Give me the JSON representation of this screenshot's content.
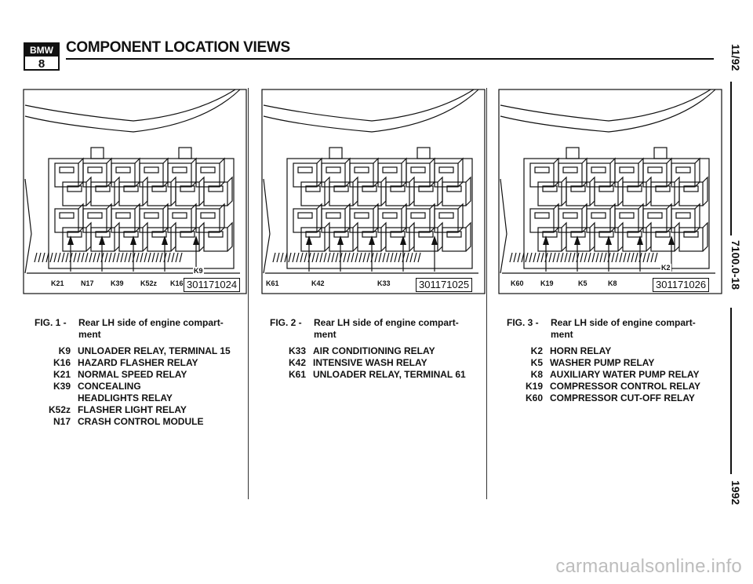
{
  "header": {
    "logo_text": "BMW",
    "logo_number": "8",
    "title": "COMPONENT LOCATION VIEWS"
  },
  "side": {
    "date": "11/92",
    "code": "7100.0-18",
    "year": "1992"
  },
  "figures": [
    {
      "label": "FIG. 1 -",
      "caption": "Rear LH side of engine compart-ment",
      "part_number": "301171024",
      "callouts": [
        "K21",
        "N17",
        "K39",
        "K52z",
        "K16",
        "K9"
      ],
      "items": [
        {
          "code": "K9",
          "desc": "UNLOADER RELAY, TERMINAL 15"
        },
        {
          "code": "K16",
          "desc": "HAZARD FLASHER RELAY"
        },
        {
          "code": "K21",
          "desc": "NORMAL SPEED RELAY"
        },
        {
          "code": "K39",
          "desc": "CONCEALING HEADLIGHTS RELAY"
        },
        {
          "code": "K52z",
          "desc": "FLASHER LIGHT RELAY"
        },
        {
          "code": "N17",
          "desc": "CRASH CONTROL MODULE"
        }
      ]
    },
    {
      "label": "FIG. 2 -",
      "caption": "Rear LH side of engine compart-ment",
      "part_number": "301171025",
      "callouts": [
        "K61",
        "K42",
        "K33"
      ],
      "items": [
        {
          "code": "K33",
          "desc": "AIR CONDITIONING RELAY"
        },
        {
          "code": "K42",
          "desc": "INTENSIVE WASH RELAY"
        },
        {
          "code": "K61",
          "desc": "UNLOADER RELAY, TERMINAL 61"
        }
      ]
    },
    {
      "label": "FIG. 3 -",
      "caption": "Rear LH side of engine compart-ment",
      "part_number": "301171026",
      "callouts": [
        "K60",
        "K19",
        "K5",
        "K8",
        "K2"
      ],
      "items": [
        {
          "code": "K2",
          "desc": "HORN RELAY"
        },
        {
          "code": "K5",
          "desc": "WASHER PUMP RELAY"
        },
        {
          "code": "K8",
          "desc": "AUXILIARY WATER PUMP RELAY"
        },
        {
          "code": "K19",
          "desc": "COMPRESSOR CONTROL RELAY"
        },
        {
          "code": "K60",
          "desc": "COMPRESSOR CUT-OFF RELAY"
        }
      ]
    }
  ],
  "watermark": "carmanualsonline.info"
}
